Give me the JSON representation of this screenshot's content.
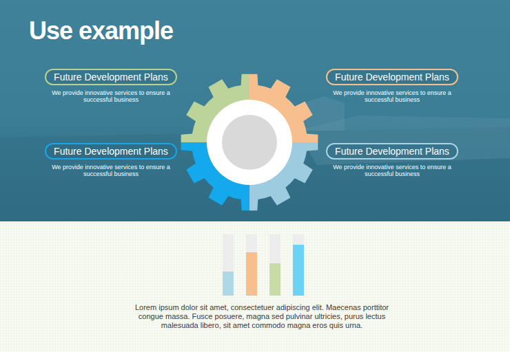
{
  "diagram": {
    "title": "Use example",
    "nodes": [
      {
        "text": [
          "Future Development Plans",
          "We provide innovative services to ensure a successful business"
        ]
      },
      {
        "text": [
          "Future Development Plans",
          "We provide innovative services to ensure a successful business"
        ]
      },
      {
        "text": [
          "Future Development Plans",
          "We provide innovative services to ensure a successful business"
        ]
      },
      {
        "text": [
          "Future Development Plans",
          "We provide innovative services to ensure a successful business"
        ]
      }
    ],
    "labels": [
      "Lorem ipsum dolor sit amet, consectetuer adipiscing elit. Maecenas porttitor congue massa. Fusce posuere, magna sed pulvinar ultricies, purus lectus malesuada libero, sit amet commodo magna eros quis urna."
    ]
  }
}
